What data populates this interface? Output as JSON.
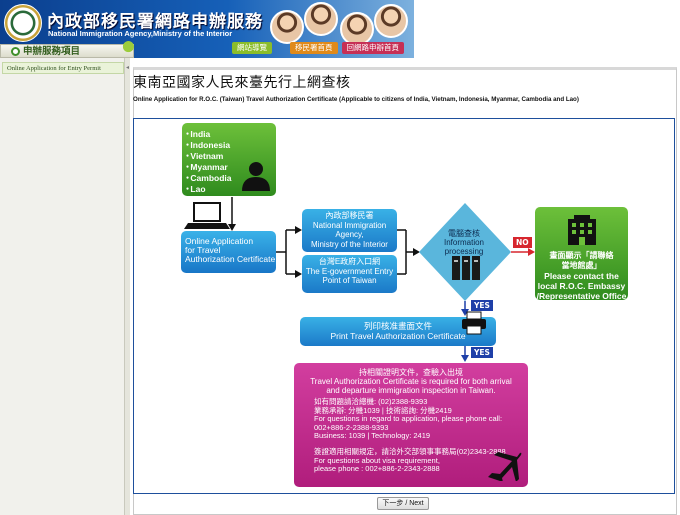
{
  "header": {
    "title_zh": "內政部移民署網路申辦服務",
    "title_en": "National Immigration Agency,Ministry of the Interior",
    "links": [
      "網站導覽",
      "移民署首頁",
      "回網路申辦首頁"
    ]
  },
  "sidebar": {
    "heading": "申辦服務項目",
    "items": [
      {
        "label": "Online Application for Entry Permit"
      }
    ]
  },
  "page": {
    "title": "東南亞國家人民來臺先行上網查核",
    "subtitle": "Online Application for R.O.C. (Taiwan) Travel Authorization Certificate (Applicable to citizens of India, Vietnam, Indonesia, Myanmar, Cambodia and Lao)"
  },
  "flow": {
    "countries": [
      "India",
      "Indonesia",
      "Vietnam",
      "Myanmar",
      "Cambodia",
      "Lao"
    ],
    "online_app": [
      "Online Application",
      "for Travel",
      "Authorization Certificate"
    ],
    "nia": [
      "內政部移民署",
      "National Immigration",
      "Agency,",
      "Ministry of the Interior"
    ],
    "egov": [
      "台灣E政府入口網",
      "The E-government Entry",
      "Point of Taiwan"
    ],
    "check": [
      "電腦查核",
      "Information",
      "processing"
    ],
    "no_tag": "NO",
    "yes_tag": "YES",
    "no_result": [
      "畫面顯示「請聯絡",
      "當地館處」",
      "Please contact the",
      "local R.O.C. Embassy",
      "/Representative Office"
    ],
    "print": [
      "列印核准畫面文件",
      "Print Travel Authorization Certificate"
    ],
    "final": {
      "top": [
        "持相關證明文件，查驗入出境",
        "Travel Authorization Certificate is required for both arrival",
        "and departure immigration inspection in Taiwan."
      ],
      "body": [
        "如有問題請洽總機: (02)2388-9393",
        "業務承辦: 分機1039 | 技術諮詢: 分機2419",
        "For questions in regard to application, please phone call:",
        "002+886-2-2388-9393",
        "Business: 1039 | Technology: 2419",
        "",
        "簽證適用相關規定，請洽外交部領事事務局(02)2343-2888",
        "For questions about visa requirement,",
        "please phone : 002+886-2-2343-2888"
      ]
    }
  },
  "footer": {
    "next_label": "下一步 / Next"
  }
}
